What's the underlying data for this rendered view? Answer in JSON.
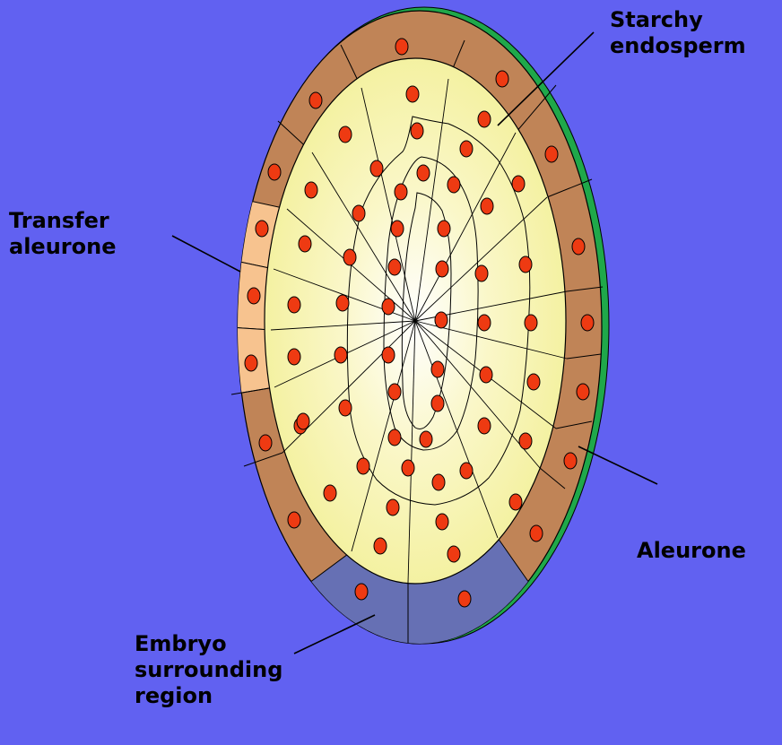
{
  "labels": {
    "starchy": [
      "Starchy",
      "endosperm"
    ],
    "transfer": [
      "Transfer",
      "aleurone"
    ],
    "aleurone": [
      "Aleurone"
    ],
    "esr": [
      "Embryo",
      "surrounding",
      "region"
    ]
  },
  "colors": {
    "background": "#6161F1",
    "pericarp": "#1FA84A",
    "aleurone": "#C08457",
    "transfer_aleurone": "#F7C38F",
    "embryo_surrounding_region": "#6670B4",
    "starchy_endosperm_outer": "#F3F09A",
    "starchy_endosperm_center": "#FFFFFF",
    "nucleus": "#EE3A12"
  }
}
